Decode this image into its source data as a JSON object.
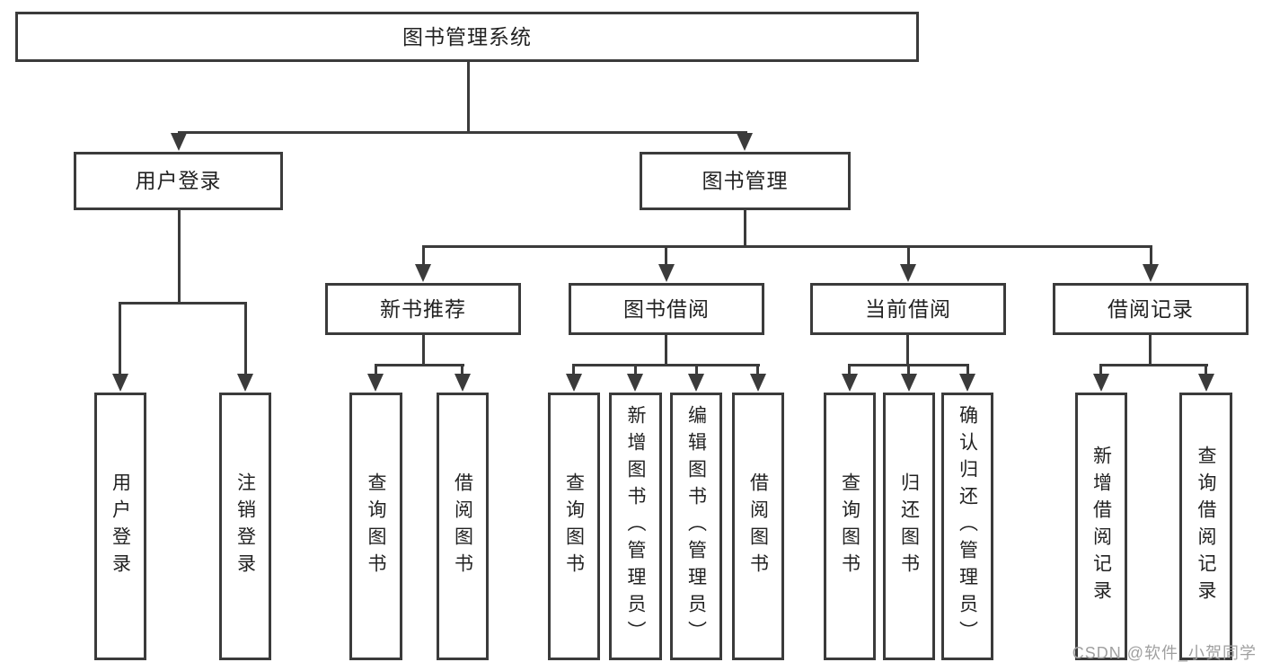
{
  "colors": {
    "line": "#3b3b3b",
    "text": "#222222",
    "watermark": "#a0a0a0",
    "bg": "#ffffff"
  },
  "tree": {
    "root": {
      "label": "图书管理系统"
    },
    "branches": [
      {
        "label": "用户登录",
        "children": [
          {
            "label": "用户登录"
          },
          {
            "label": "注销登录"
          }
        ]
      },
      {
        "label": "图书管理",
        "children": [
          {
            "label": "新书推荐",
            "children": [
              {
                "label": "查询图书"
              },
              {
                "label": "借阅图书"
              }
            ]
          },
          {
            "label": "图书借阅",
            "children": [
              {
                "label": "查询图书"
              },
              {
                "label": "新增图书（管理员）"
              },
              {
                "label": "编辑图书（管理员）"
              },
              {
                "label": "借阅图书"
              }
            ]
          },
          {
            "label": "当前借阅",
            "children": [
              {
                "label": "查询图书"
              },
              {
                "label": "归还图书"
              },
              {
                "label": "确认归还（管理员）"
              }
            ]
          },
          {
            "label": "借阅记录",
            "children": [
              {
                "label": "新增借阅记录"
              },
              {
                "label": "查询借阅记录"
              }
            ]
          }
        ]
      }
    ]
  },
  "watermark": {
    "text": "CSDN @软件_小贺同学"
  }
}
